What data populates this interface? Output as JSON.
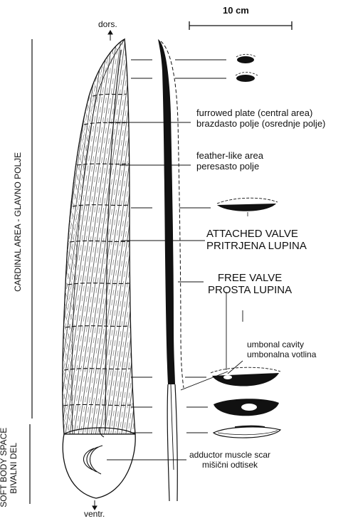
{
  "scale": {
    "label": "10 cm"
  },
  "axis": {
    "dorsal": "dors.",
    "ventral": "ventr."
  },
  "regions": {
    "cardinal_area": "CARDINAL AREA - GLAVNO POLJE",
    "soft_body_en": "SOFT BODY SPACE",
    "soft_body_sl": "BIVALNI DEL"
  },
  "labels": {
    "furrowed_en": "furrowed plate (central area)",
    "furrowed_sl": "brazdasto polje (osrednje polje)",
    "feather_en": "feather-like area",
    "feather_sl": "peresasto polje",
    "attached_en": "ATTACHED VALVE",
    "attached_sl": "PRITRJENA LUPINA",
    "free_en": "FREE VALVE",
    "free_sl": "PROSTA LUPINA",
    "umbonal_en": "umbonal cavity",
    "umbonal_sl": "umbonalna votlina",
    "adductor_en": "adductor muscle scar",
    "adductor_sl": "mišični odtisek"
  },
  "colors": {
    "ink": "#111111",
    "paper": "#ffffff"
  }
}
